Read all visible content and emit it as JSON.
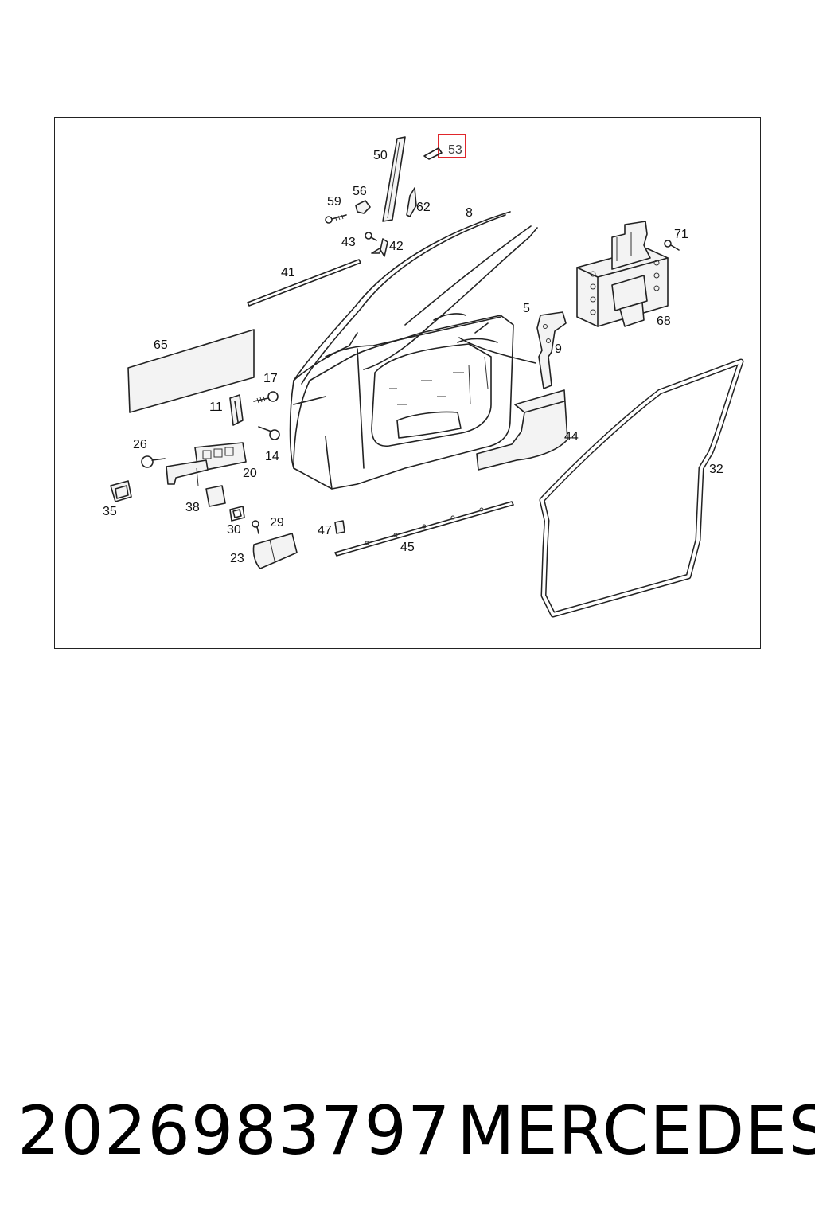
{
  "diagram": {
    "highlighted_part": "53",
    "highlight_color": "#e0262b",
    "callouts": {
      "c50": "50",
      "c53": "53",
      "c59": "59",
      "c56": "56",
      "c62": "62",
      "c8": "8",
      "c71": "71",
      "c43": "43",
      "c42": "42",
      "c41": "41",
      "c5": "5",
      "c68": "68",
      "c65": "65",
      "c9": "9",
      "c17": "17",
      "c11": "11",
      "c44": "44",
      "c14": "14",
      "c26": "26",
      "c32": "32",
      "c20": "20",
      "c35": "35",
      "c38": "38",
      "c29": "29",
      "c30": "30",
      "c47": "47",
      "c45": "45",
      "c23": "23"
    }
  },
  "footer": {
    "part_number": "2026983797",
    "brand": "MERCEDES"
  }
}
